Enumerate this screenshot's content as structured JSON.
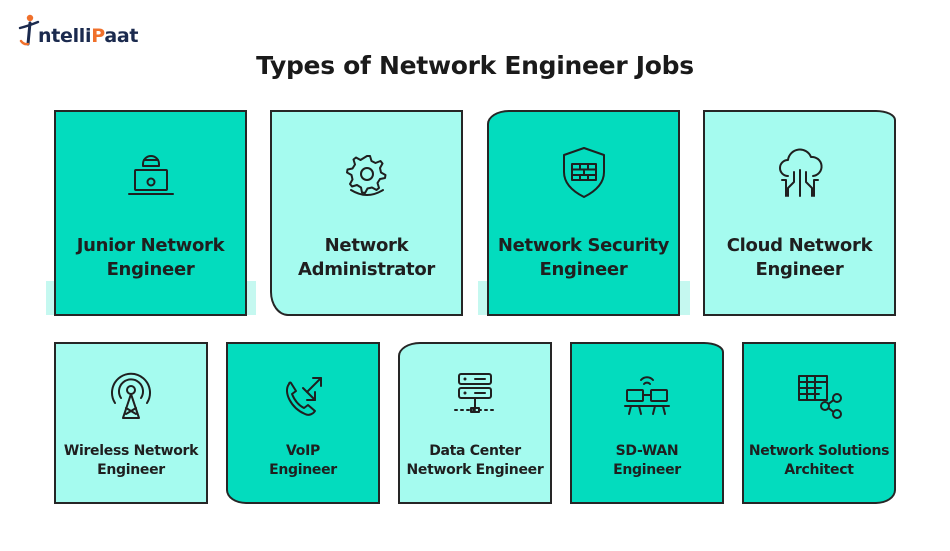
{
  "logo": {
    "prefix": "ntelli",
    "accent": "P",
    "suffix": "aat"
  },
  "title": "Types of Network Engineer Jobs",
  "cards": [
    {
      "label_lines": [
        "Junior Network",
        "Engineer"
      ],
      "icon": "laptop-user-icon",
      "color": "dark"
    },
    {
      "label_lines": [
        "Network",
        "Administrator"
      ],
      "icon": "network-gear-icon",
      "color": "light"
    },
    {
      "label_lines": [
        "Network Security",
        "Engineer"
      ],
      "icon": "firewall-shield-icon",
      "color": "dark"
    },
    {
      "label_lines": [
        "Cloud Network",
        "Engineer"
      ],
      "icon": "cloud-network-icon",
      "color": "light"
    },
    {
      "label_lines": [
        "Wireless Network",
        "Engineer"
      ],
      "icon": "wireless-tower-icon",
      "color": "light"
    },
    {
      "label_lines": [
        "VoIP",
        "Engineer"
      ],
      "icon": "voip-phone-icon",
      "color": "dark"
    },
    {
      "label_lines": [
        "Data Center",
        "Network Engineer"
      ],
      "icon": "server-rack-icon",
      "color": "light"
    },
    {
      "label_lines": [
        "SD-WAN",
        "Engineer"
      ],
      "icon": "sd-wan-icon",
      "color": "dark"
    },
    {
      "label_lines": [
        "Network Solutions",
        "Architect"
      ],
      "icon": "solutions-grid-icon",
      "color": "dark"
    }
  ]
}
